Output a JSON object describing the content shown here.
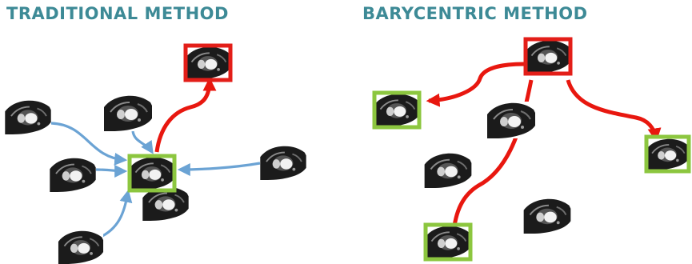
{
  "colors": {
    "title": "#3d8a96",
    "arrow_blue": "#6ba3d4",
    "arrow_red": "#e8170f",
    "frame_green": "#8cc63f",
    "frame_red": "#e31e18",
    "image_dark": "#1b1b1b"
  },
  "left_panel": {
    "title": "TRADITIONAL METHOD",
    "center_frame": "green",
    "output_frame": "red",
    "input_count": 6
  },
  "right_panel": {
    "title": "BARYCENTRIC METHOD",
    "source_frame": "red",
    "target_frames": "green",
    "target_count": 3,
    "unused_count": 3
  }
}
